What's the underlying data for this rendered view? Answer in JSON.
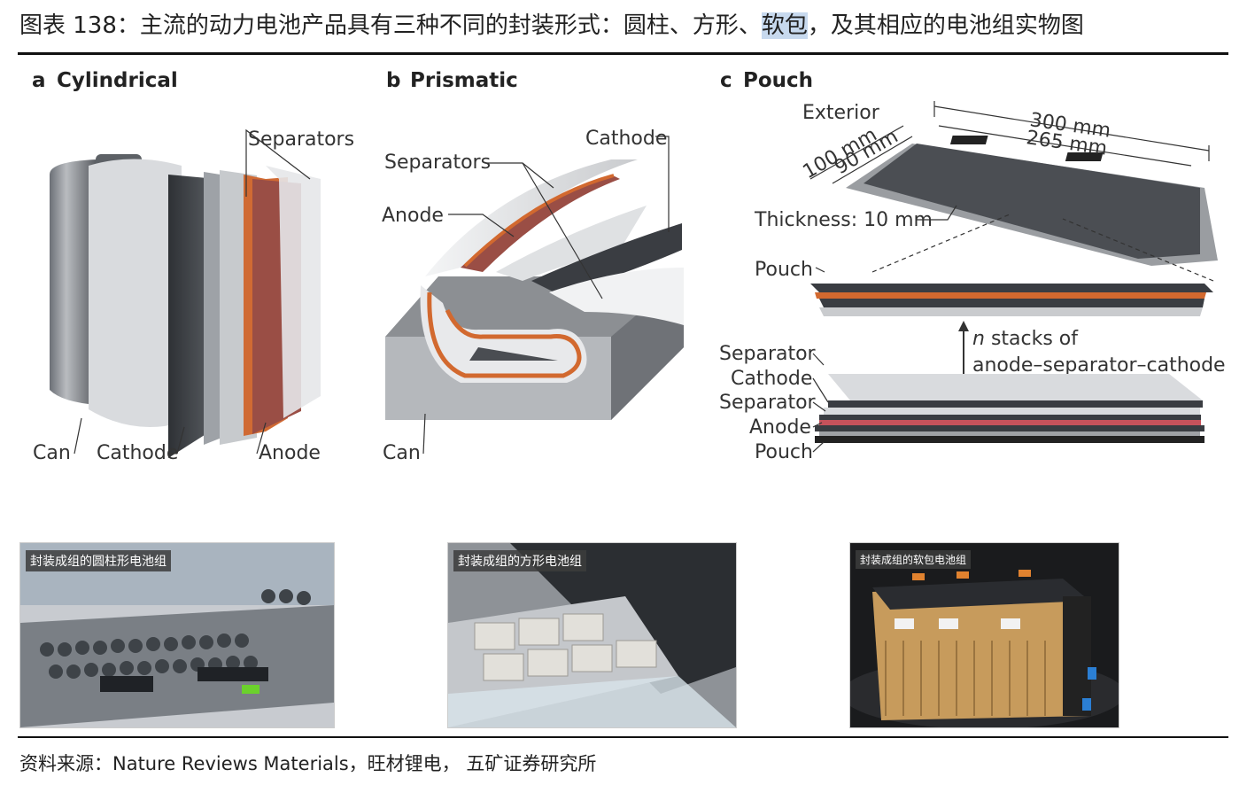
{
  "title": {
    "prefix": "图表 138：主流的动力电池产品具有三种不同的封装形式：圆柱、方形、",
    "highlight": "软包",
    "suffix": "，及其相应的电池组实物图"
  },
  "panels": {
    "a": {
      "letter": "a",
      "name": "Cylindrical",
      "labels": {
        "separators": "Separators",
        "can": "Can",
        "cathode": "Cathode",
        "anode": "Anode"
      }
    },
    "b": {
      "letter": "b",
      "name": "Prismatic",
      "labels": {
        "separators": "Separators",
        "cathode": "Cathode",
        "anode": "Anode",
        "can": "Can"
      }
    },
    "c": {
      "letter": "c",
      "name": "Pouch",
      "labels": {
        "exterior": "Exterior",
        "len300": "300 mm",
        "len265": "265 mm",
        "w100": "100 mm",
        "w90": "90 mm",
        "thickness": "Thickness: 10 mm",
        "pouch_top": "Pouch",
        "stacks_n": "n",
        "stacks_line1": " stacks of",
        "stacks_line2": "anode–separator–cathode",
        "separator1": "Separator",
        "cathode": "Cathode",
        "separator2": "Separator",
        "anode": "Anode",
        "pouch_bottom": "Pouch"
      }
    }
  },
  "photos": {
    "cylindrical": {
      "caption": "封装成组的圆柱形电池组"
    },
    "prismatic": {
      "caption": "封装成组的方形电池组"
    },
    "pouch": {
      "caption": "封装成组的软包电池组"
    }
  },
  "source": "资料来源：Nature  Reviews Materials，旺材锂电， 五矿证券研究所",
  "colors": {
    "anode": "#9a4e45",
    "copper": "#d2692f",
    "can_gray": "#8c8f93",
    "dark": "#3a3d42"
  }
}
